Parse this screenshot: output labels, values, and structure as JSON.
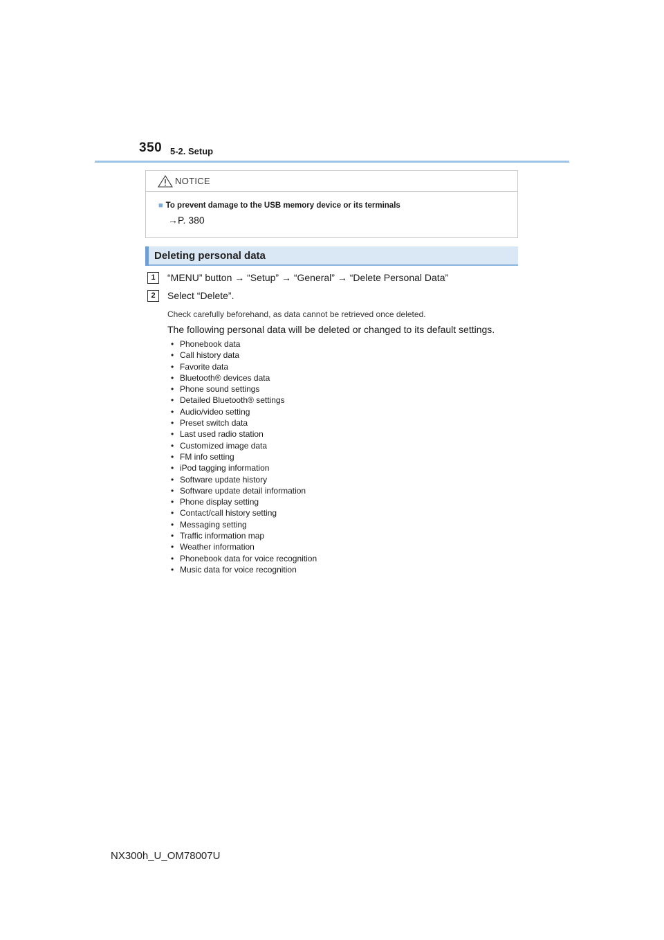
{
  "header": {
    "page_number": "350",
    "section": "5-2. Setup"
  },
  "notice": {
    "title": "NOTICE",
    "item": "To prevent damage to the USB memory device or its terminals",
    "reference": "→P. 380"
  },
  "section": {
    "title": "Deleting personal data"
  },
  "steps": [
    {
      "number": "1",
      "text": "“MENU” button → “Setup” → “General” → “Delete Personal Data”"
    },
    {
      "number": "2",
      "text": "Select “Delete”."
    }
  ],
  "caution": "Check carefully beforehand, as data cannot be retrieved once deleted.",
  "subheading": "The following personal data will be deleted or changed to its default settings.",
  "data_items": [
    "Phonebook data",
    "Call history data",
    "Favorite data",
    "Bluetooth® devices data",
    "Phone sound settings",
    "Detailed Bluetooth® settings",
    "Audio/video setting",
    "Preset switch data",
    "Last used radio station",
    "Customized image data",
    "FM info setting",
    "iPod tagging information",
    "Software update history",
    "Software update detail information",
    "Phone display setting",
    "Contact/call history setting",
    "Messaging setting",
    "Traffic information map",
    "Weather information",
    "Phonebook data for voice recognition",
    "Music data for voice recognition"
  ],
  "footer": {
    "code": "NX300h_U_OM78007U"
  }
}
